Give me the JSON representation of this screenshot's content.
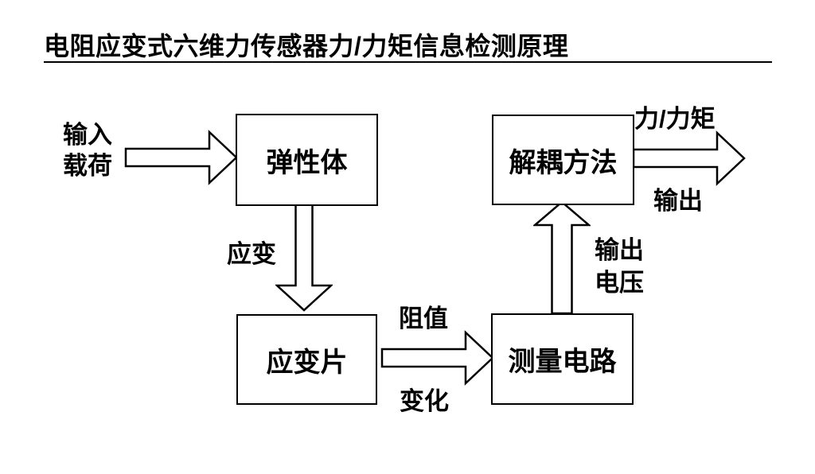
{
  "title": "电阻应变式六维力传感器力/力矩信息检测原理",
  "diagram": {
    "boxes": [
      {
        "id": "elastic_body",
        "label": "弹性体"
      },
      {
        "id": "strain_gauge",
        "label": "应变片"
      },
      {
        "id": "measuring_circuit",
        "label": "测量电路"
      },
      {
        "id": "decoupling_method",
        "label": "解耦方法"
      }
    ],
    "labels": {
      "input_load": "输入\n载荷",
      "strain": "应变",
      "resistance": "阻值",
      "change": "变化",
      "output_voltage": "输出\n电压",
      "force_torque": "力/力矩",
      "output": "输出"
    },
    "colors": {
      "line": "#000000",
      "background": "#ffffff"
    }
  }
}
